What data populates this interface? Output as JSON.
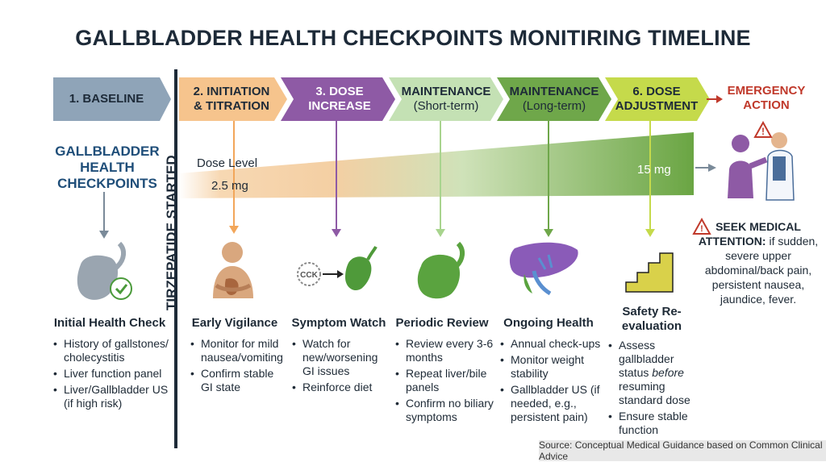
{
  "title": "GALLBLADDER HEALTH CHECKPOINTS MONITIRING TIMELINE",
  "phases": [
    {
      "label": "1. BASELINE",
      "sub": ""
    },
    {
      "label": "2. INITIATION",
      "sub": "& TITRATION"
    },
    {
      "label": "3. DOSE",
      "sub": "INCREASE"
    },
    {
      "label": "MAINTENANCE",
      "sub": "(Short-term)"
    },
    {
      "label": "MAINTENANCE",
      "sub": "(Long-term)"
    },
    {
      "label": "6. DOSE",
      "sub": "ADJUSTMENT"
    }
  ],
  "emergency": {
    "line1": "EMERGENCY",
    "line2": "ACTION"
  },
  "vertical_label": "TIRZEPATIDE STARTED",
  "checkpoints_label": {
    "line1": "GALLBLADDER",
    "line2": "HEALTH",
    "line3": "CHECKPOINTS"
  },
  "dose": {
    "label": "Dose Level",
    "start": "2.5 mg",
    "end": "15 mg"
  },
  "icon_text": {
    "cck": "CCK"
  },
  "columns": [
    {
      "title": "Initial Health Check",
      "bullets": [
        "History of gallstones/ cholecystitis",
        "Liver function panel",
        "Liver/Gallbladder US (if high risk)"
      ]
    },
    {
      "title": "Early Vigilance",
      "bullets": [
        "Monitor for mild nausea/vomiting",
        "Confirm stable GI state"
      ]
    },
    {
      "title": "Symptom Watch",
      "bullets": [
        "Watch for new/worsening GI issues",
        "Reinforce diet"
      ]
    },
    {
      "title": "Periodic Review",
      "bullets": [
        "Review every 3-6 months",
        "Repeat liver/bile panels",
        "Confirm no biliary symptoms"
      ]
    },
    {
      "title": "Ongoing Health",
      "bullets": [
        "Annual check-ups",
        "Monitor weight stability",
        "Gallbladder US (if needed, e.g., persistent pain)"
      ]
    },
    {
      "title": "Safety Re-evaluation",
      "bullets_rich": true
    }
  ],
  "col6_bullets": {
    "b1_pre": "Assess gallbladder status ",
    "b1_em": "before",
    "b1_post": " resuming standard dose",
    "b2": "Ensure stable function"
  },
  "seek": {
    "head": "SEEK MEDICAL ATTENTION:",
    "body": " if sudden, severe upper abdominal/back pain, persistent nausea, jaundice, fever."
  },
  "source": "Source: Conceptual Medical Guidance based on Common Clinical Advice",
  "colors": {
    "baseline": "#8fa4b8",
    "initiation": "#f6c48d",
    "dose_increase": "#8e5aa5",
    "maint_short": "#c4e1b4",
    "maint_long": "#6fa74a",
    "adjustment": "#c5da4b",
    "emergency": "#c0392b",
    "dark_text": "#1d2a38",
    "checkpoints_blue": "#1f4e79"
  }
}
